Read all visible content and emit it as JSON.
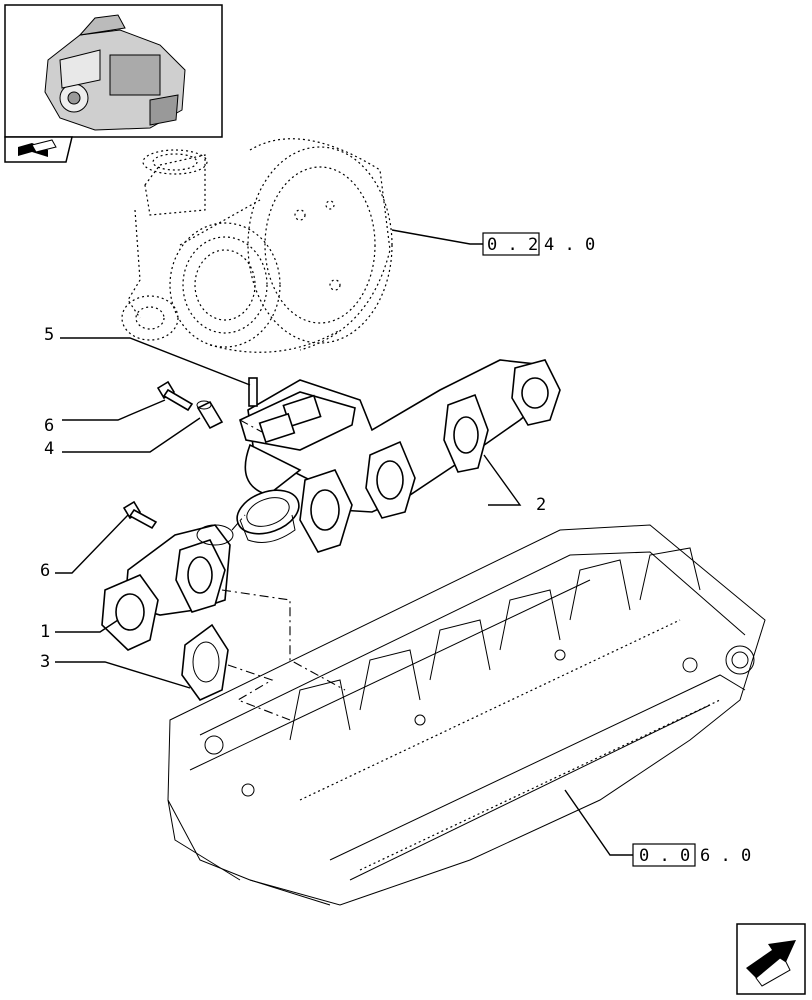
{
  "callouts": {
    "c1": "1",
    "c2": "2",
    "c3": "3",
    "c4": "4",
    "c5": "5",
    "c6a": "6",
    "c6b": "6"
  },
  "references": {
    "turbo_ref": {
      "boxed": "0 . 2",
      "rest": "4 . 0"
    },
    "head_ref": {
      "boxed": "0 . 0",
      "rest": "6 . 0"
    }
  },
  "icons": {
    "thumbnail": "engine-thumbnail-icon",
    "book": "book-tab-icon",
    "next": "next-page-arrow-icon"
  }
}
